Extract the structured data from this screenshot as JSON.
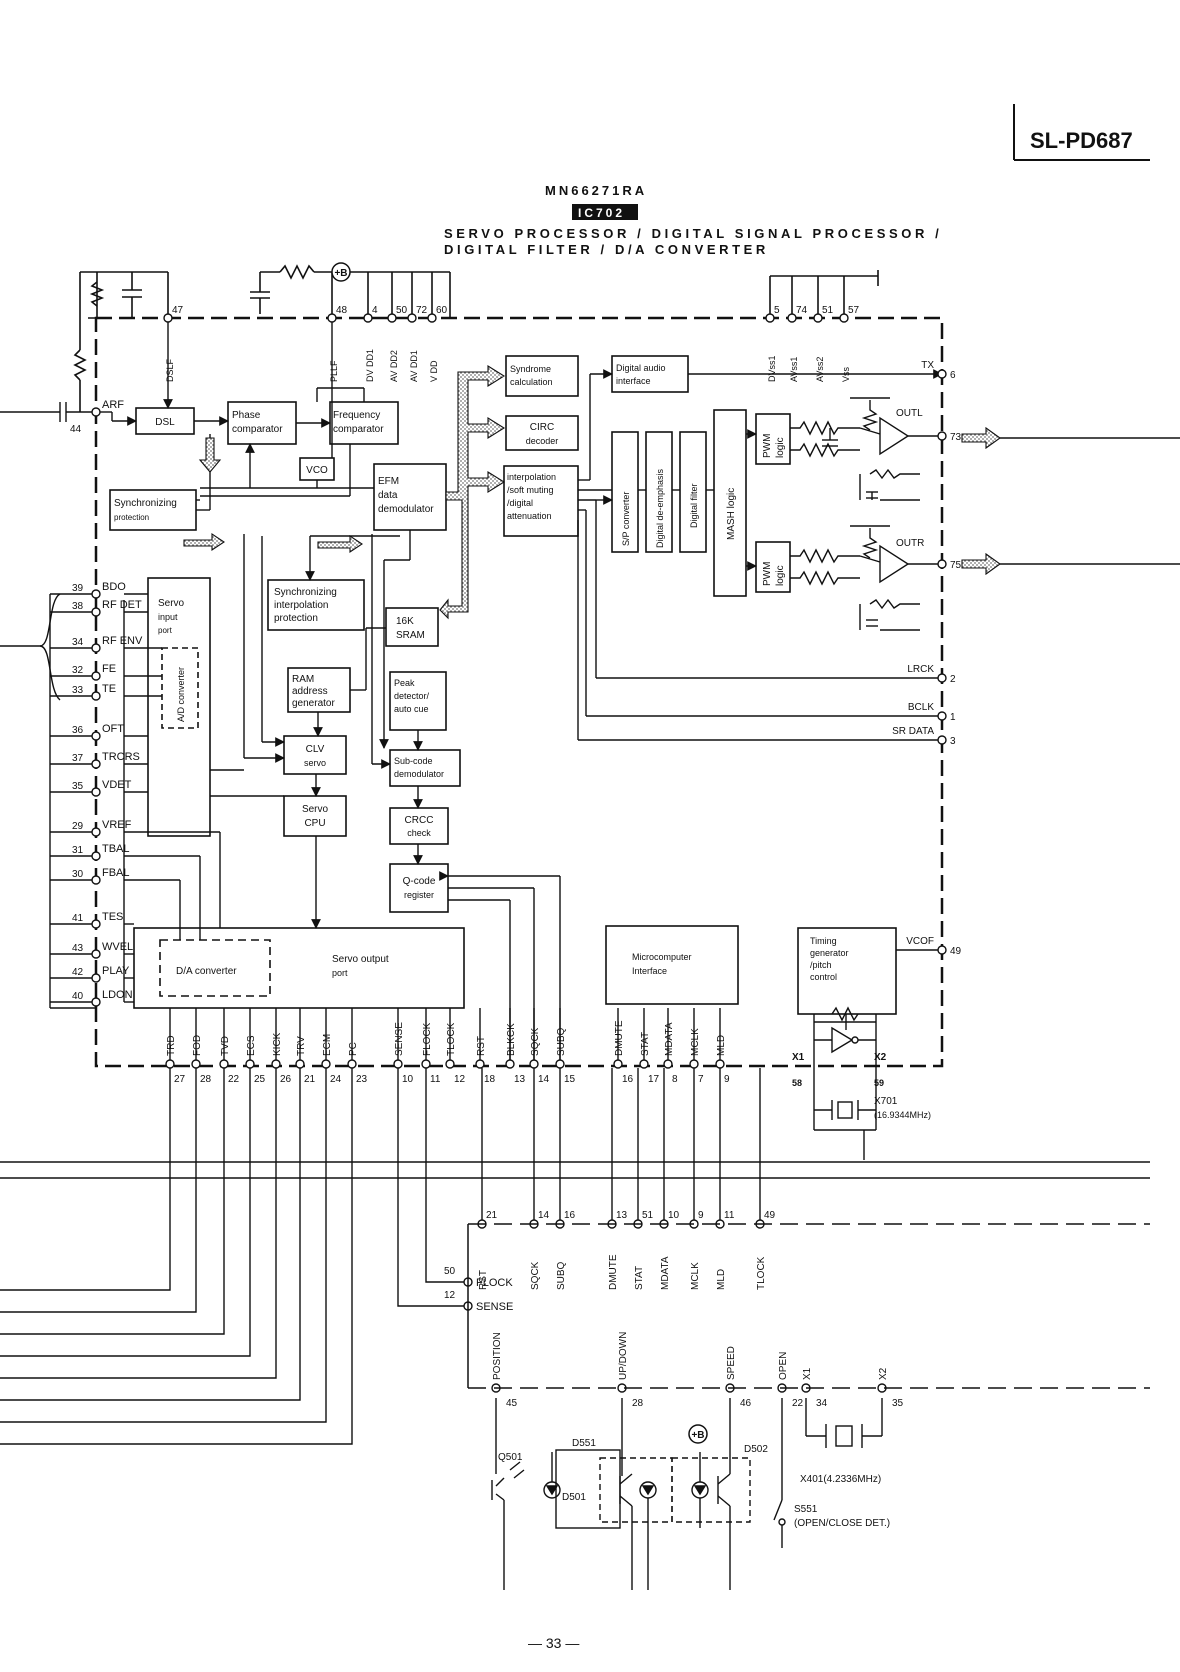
{
  "header": {
    "model": "SL-PD687",
    "chip": "MN66271RA",
    "ic_ref": "IC702",
    "function_line1": "SERVO PROCESSOR / DIGITAL SIGNAL PROCESSOR /",
    "function_line2": "DIGITAL FILTER / D/A CONVERTER"
  },
  "page_number": "— 33 —",
  "supply_label": "+B",
  "supply_label2": "+B",
  "blocks": {
    "dsl": "DSL",
    "phase_comp": [
      "Phase",
      "comparator"
    ],
    "freq_comp": [
      "Frequency",
      "comparator"
    ],
    "vco": "VCO",
    "efm": [
      "EFM",
      "data",
      "demodulator"
    ],
    "sync_prot": [
      "Synchronizing",
      "protection"
    ],
    "sync_interp": [
      "Synchronizing",
      "interpolation",
      "protection"
    ],
    "syndrome": [
      "Syndrome",
      "calculation"
    ],
    "circ": [
      "CIRC",
      "decoder"
    ],
    "interp": [
      "interpolation",
      "/soft muting",
      "/digital",
      "attenuation"
    ],
    "digital_audio": [
      "Digital audio",
      "interface"
    ],
    "sp_conv": "S/P converter",
    "deemph": "Digital de-emphasis",
    "dig_filter": "Digital filter",
    "mash": "MASH logic",
    "pwm1": [
      "PWM",
      "logic"
    ],
    "pwm2": [
      "PWM",
      "logic"
    ],
    "sram": [
      "16K",
      "SRAM"
    ],
    "ram_addr": [
      "RAM",
      "address",
      "generator"
    ],
    "peak": [
      "Peak",
      "detector/",
      "auto cue"
    ],
    "clv": [
      "CLV",
      "servo"
    ],
    "subcode": [
      "Sub-code",
      "demodulator"
    ],
    "servo_cpu": [
      "Servo",
      "CPU"
    ],
    "crcc": [
      "CRCC",
      "check"
    ],
    "qcode": [
      "Q-code",
      "register"
    ],
    "servo_input": [
      "Servo",
      "input",
      "port"
    ],
    "ad_conv": "A/D converter",
    "da_conv": "D/A converter",
    "servo_output": [
      "Servo output",
      "port"
    ],
    "micro_if": [
      "Microcomputer",
      "Interface"
    ],
    "timing": [
      "Timing",
      "generator",
      "/pitch",
      "control"
    ]
  },
  "top_pins": [
    {
      "num": "47",
      "name": "DSLF"
    },
    {
      "num": "48",
      "name": "PLLF"
    },
    {
      "num": "4",
      "name": "DV DD1"
    },
    {
      "num": "50",
      "name": "AV DD2"
    },
    {
      "num": "72",
      "name": "AV DD1"
    },
    {
      "num": "60",
      "name": "V DD"
    },
    {
      "num": "5",
      "name": "DVss1"
    },
    {
      "num": "74",
      "name": "AVss1"
    },
    {
      "num": "51",
      "name": "AVss2"
    },
    {
      "num": "57",
      "name": "Vss"
    }
  ],
  "left_pins": [
    {
      "num": "44",
      "name": "ARF"
    },
    {
      "num": "39",
      "name": "BDO"
    },
    {
      "num": "38",
      "name": "RF DET"
    },
    {
      "num": "34",
      "name": "RF ENV"
    },
    {
      "num": "32",
      "name": "FE"
    },
    {
      "num": "33",
      "name": "TE"
    },
    {
      "num": "36",
      "name": "OFT"
    },
    {
      "num": "37",
      "name": "TRCRS"
    },
    {
      "num": "35",
      "name": "VDET"
    },
    {
      "num": "29",
      "name": "VREF"
    },
    {
      "num": "31",
      "name": "TBAL"
    },
    {
      "num": "30",
      "name": "FBAL"
    },
    {
      "num": "41",
      "name": "TES"
    },
    {
      "num": "43",
      "name": "WVEL"
    },
    {
      "num": "42",
      "name": "PLAY"
    },
    {
      "num": "40",
      "name": "LDON"
    }
  ],
  "right_pins": [
    {
      "num": "6",
      "name": "TX"
    },
    {
      "num": "73",
      "name": "OUTL"
    },
    {
      "num": "75",
      "name": "OUTR"
    },
    {
      "num": "2",
      "name": "LRCK"
    },
    {
      "num": "1",
      "name": "BCLK"
    },
    {
      "num": "3",
      "name": "SR DATA"
    },
    {
      "num": "49",
      "name": "VCOF"
    }
  ],
  "bottom_pins": [
    {
      "num": "27",
      "name": "TRD"
    },
    {
      "num": "28",
      "name": "FOD"
    },
    {
      "num": "22",
      "name": "TVD"
    },
    {
      "num": "25",
      "name": "ECS"
    },
    {
      "num": "26",
      "name": "KICK"
    },
    {
      "num": "21",
      "name": "TRV"
    },
    {
      "num": "24",
      "name": "ECM"
    },
    {
      "num": "23",
      "name": "PC"
    },
    {
      "num": "10",
      "name": "SENSE"
    },
    {
      "num": "11",
      "name": "FLOCK"
    },
    {
      "num": "12",
      "name": "TLOCK"
    },
    {
      "num": "18",
      "name": "RST"
    },
    {
      "num": "13",
      "name": "BLKCK"
    },
    {
      "num": "14",
      "name": "SQCK"
    },
    {
      "num": "15",
      "name": "SUBQ"
    },
    {
      "num": "16",
      "name": "DMUTE"
    },
    {
      "num": "17",
      "name": "STAT"
    },
    {
      "num": "8",
      "name": "MDATA"
    },
    {
      "num": "7",
      "name": "MCLK"
    },
    {
      "num": "9",
      "name": "MLD"
    }
  ],
  "crystal1": {
    "x1_num": "58",
    "x2_num": "59",
    "x1": "X1",
    "x2": "X2",
    "ref": "X701",
    "freq": "(16.9344MHz)"
  },
  "micro_pins": [
    {
      "num": "21",
      "name": "RST"
    },
    {
      "num": "14",
      "name": "SQCK"
    },
    {
      "num": "16",
      "name": "SUBQ"
    },
    {
      "num": "13",
      "name": "DMUTE"
    },
    {
      "num": "51",
      "name": "STAT"
    },
    {
      "num": "10",
      "name": "MDATA"
    },
    {
      "num": "9",
      "name": "MCLK"
    },
    {
      "num": "11",
      "name": "MLD"
    },
    {
      "num": "49",
      "name": "TLOCK"
    }
  ],
  "micro_side": [
    {
      "num": "50",
      "name": "FLOCK"
    },
    {
      "num": "12",
      "name": "SENSE"
    }
  ],
  "lower_pins": [
    {
      "num": "45",
      "name": "POSITION"
    },
    {
      "num": "28",
      "name": "UP/DOWN"
    },
    {
      "num": "46",
      "name": "SPEED"
    },
    {
      "num": "22",
      "name": "OPEN"
    },
    {
      "num": "34",
      "name": "X1"
    },
    {
      "num": "35",
      "name": "X2"
    }
  ],
  "lower_parts": {
    "q501": "Q501",
    "d551": "D551",
    "d501": "D501",
    "d502": "D502",
    "x401": "X401(4.2336MHz)",
    "s551": "S551",
    "s551_desc": "(OPEN/CLOSE DET.)"
  },
  "colors": {
    "ink": "#111111",
    "paper": "#ffffff",
    "hatch": "#9a9a9a"
  }
}
